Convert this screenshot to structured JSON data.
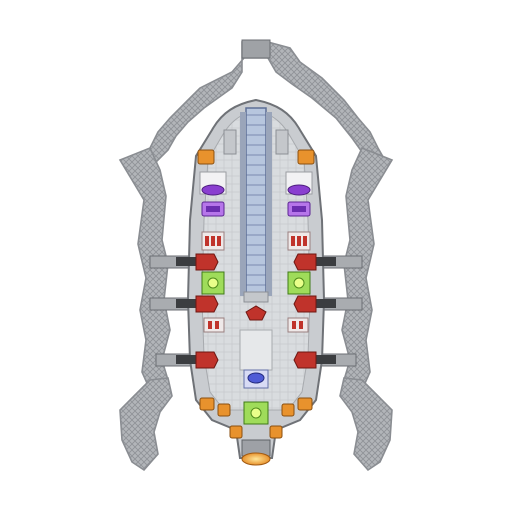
{
  "scene": {
    "type": "top-down spaceship deck plan",
    "background_color": "#ffffff",
    "colors": {
      "hull": "#c9ccd0",
      "deck": "#dcdfe2",
      "scaffold": "#a9acb0",
      "corridor": "#b7c6de",
      "accent_orange": "#e8922d",
      "accent_purple": "#8a3fd0",
      "accent_green": "#7ccc3a",
      "accent_red": "#c0332b",
      "accent_blue": "#4f5bd6"
    }
  },
  "modules": [
    {
      "name": "purple-reactor-left",
      "icon": "purple-dome"
    },
    {
      "name": "purple-reactor-right",
      "icon": "purple-dome"
    },
    {
      "name": "purple-console-left",
      "icon": "purple-console"
    },
    {
      "name": "purple-console-right",
      "icon": "purple-console"
    },
    {
      "name": "green-pad-left",
      "icon": "green-crystal-pad"
    },
    {
      "name": "green-pad-right",
      "icon": "green-crystal-pad"
    },
    {
      "name": "green-pad-bottom",
      "icon": "green-crystal-pad"
    },
    {
      "name": "blue-core",
      "icon": "blue-core"
    },
    {
      "name": "engine-thruster",
      "icon": "engine-glow"
    },
    {
      "name": "weapon-turrets",
      "icon": "red-turret",
      "count": 6
    }
  ]
}
